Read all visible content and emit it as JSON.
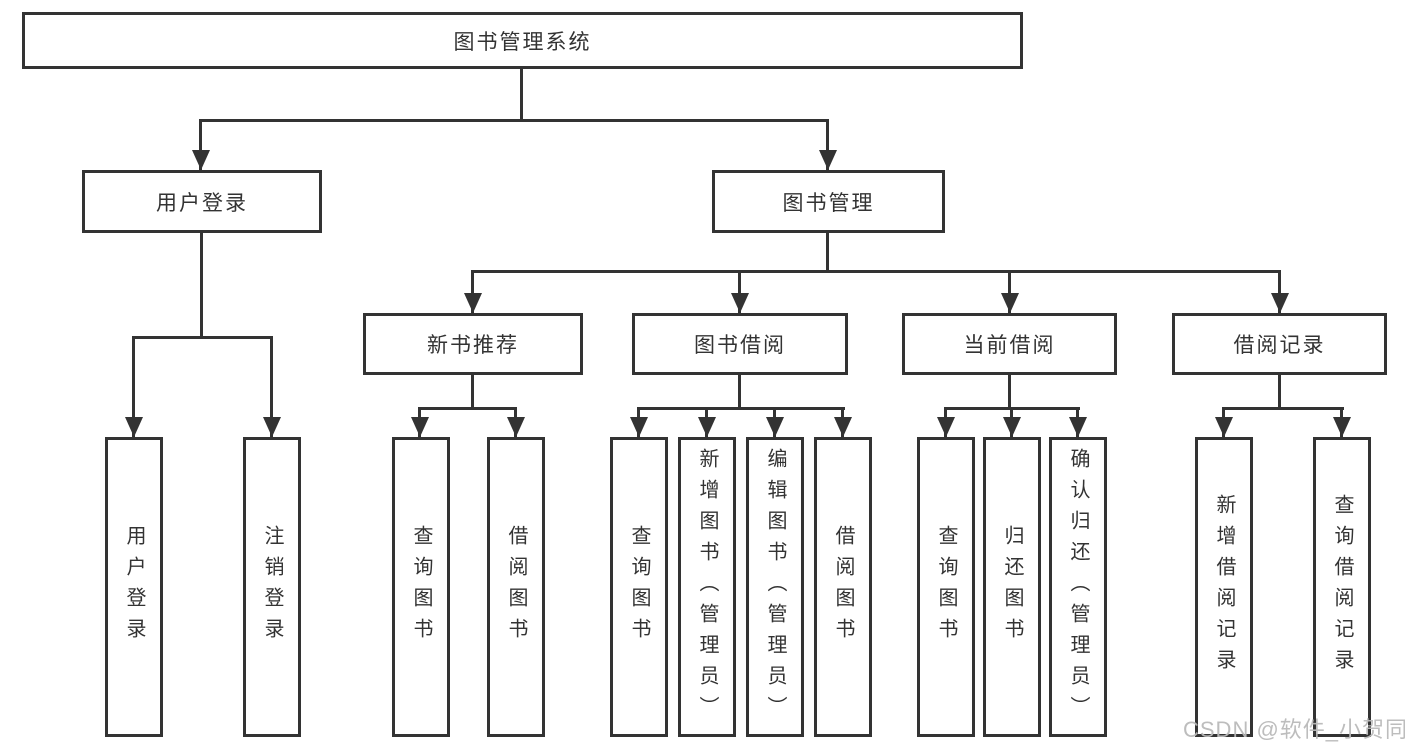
{
  "colors": {
    "line": "#333333",
    "box_background": "#ffffff",
    "watermark": "#b9b9b9"
  },
  "tree": {
    "root": {
      "label": "图书管理系统",
      "children": [
        {
          "label": "用户登录",
          "children": [
            {
              "label": "用户登录"
            },
            {
              "label": "注销登录"
            }
          ]
        },
        {
          "label": "图书管理",
          "children": [
            {
              "label": "新书推荐",
              "children": [
                {
                  "label": "查询图书"
                },
                {
                  "label": "借阅图书"
                }
              ]
            },
            {
              "label": "图书借阅",
              "children": [
                {
                  "label": "查询图书"
                },
                {
                  "label": "新增图书（管理员）"
                },
                {
                  "label": "编辑图书（管理员）"
                },
                {
                  "label": "借阅图书"
                }
              ]
            },
            {
              "label": "当前借阅",
              "children": [
                {
                  "label": "查询图书"
                },
                {
                  "label": "归还图书"
                },
                {
                  "label": "确认归还（管理员）"
                }
              ]
            },
            {
              "label": "借阅记录",
              "children": [
                {
                  "label": "新增借阅记录"
                },
                {
                  "label": "查询借阅记录"
                }
              ]
            }
          ]
        }
      ]
    }
  },
  "watermark": {
    "label": "CSDN @软件_小贺同学"
  }
}
